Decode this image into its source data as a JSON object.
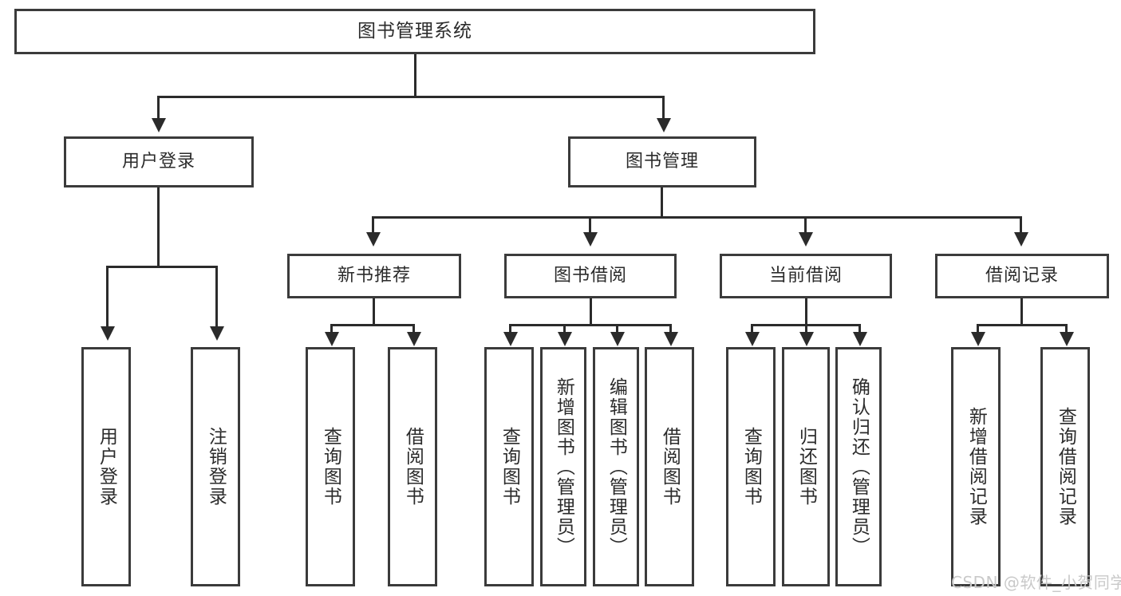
{
  "diagram": {
    "title": "图书管理系统",
    "type": "tree-hierarchy",
    "root": {
      "label": "图书管理系统"
    },
    "level2": [
      {
        "label": "用户登录"
      },
      {
        "label": "图书管理"
      }
    ],
    "level3": [
      {
        "label": "新书推荐"
      },
      {
        "label": "图书借阅"
      },
      {
        "label": "当前借阅"
      },
      {
        "label": "借阅记录"
      }
    ],
    "leaves": {
      "user_login": [
        {
          "label": "用户登录"
        },
        {
          "label": "注销登录"
        }
      ],
      "new_book_recommend": [
        {
          "label": "查询图书"
        },
        {
          "label": "借阅图书"
        }
      ],
      "book_borrow": [
        {
          "label": "查询图书"
        },
        {
          "label": "新增图书（管理员）"
        },
        {
          "label": "编辑图书（管理员）"
        },
        {
          "label": "借阅图书"
        }
      ],
      "current_borrow": [
        {
          "label": "查询图书"
        },
        {
          "label": "归还图书"
        },
        {
          "label": "确认归还（管理员）"
        }
      ],
      "borrow_record": [
        {
          "label": "新增借阅记录"
        },
        {
          "label": "查询借阅记录"
        }
      ]
    }
  },
  "watermark": {
    "text": "CSDN @软件_小贺同学"
  },
  "colors": {
    "border": "#3b3b3b",
    "line": "#2b2b2b",
    "text": "#2b2b2b",
    "background": "#ffffff",
    "watermark": "#c9c9c9"
  }
}
